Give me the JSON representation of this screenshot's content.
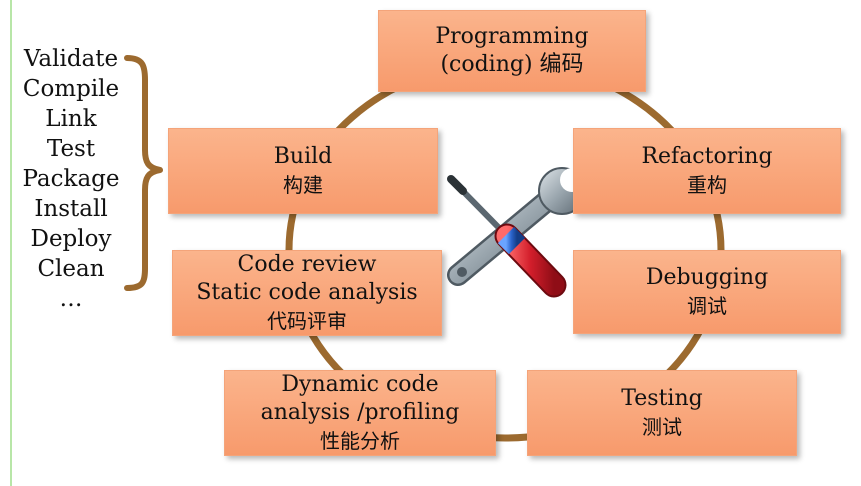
{
  "lifecycle": {
    "build_steps": [
      "Validate",
      "Compile",
      "Link",
      "Test",
      "Package",
      "Install",
      "Deploy",
      "Clean",
      "…"
    ],
    "boxes": {
      "programming": {
        "line1": "Programming",
        "line2": "(coding) 编码"
      },
      "build": {
        "line1": "Build",
        "line2": "构建"
      },
      "refactoring": {
        "line1": "Refactoring",
        "line2": "重构"
      },
      "code_review": {
        "line1": "Code review",
        "line2": "Static code analysis",
        "line3": "代码评审"
      },
      "debugging": {
        "line1": "Debugging",
        "line2": "调试"
      },
      "dynamic_analysis": {
        "line1": "Dynamic code",
        "line2": "analysis /profiling",
        "line3": "性能分析"
      },
      "testing": {
        "line1": "Testing",
        "line2": "测试"
      }
    }
  },
  "icons": {
    "center": "tools-icon",
    "brace": "curly-brace-icon"
  },
  "colors": {
    "box_fill": "#f9a77c",
    "ring": "#9c6a2f",
    "left_rule": "#b8e6a8",
    "wrench": "#7f8c95",
    "screwdriver_handle": "#c8202a",
    "screwdriver_grip": "#2257b5"
  }
}
